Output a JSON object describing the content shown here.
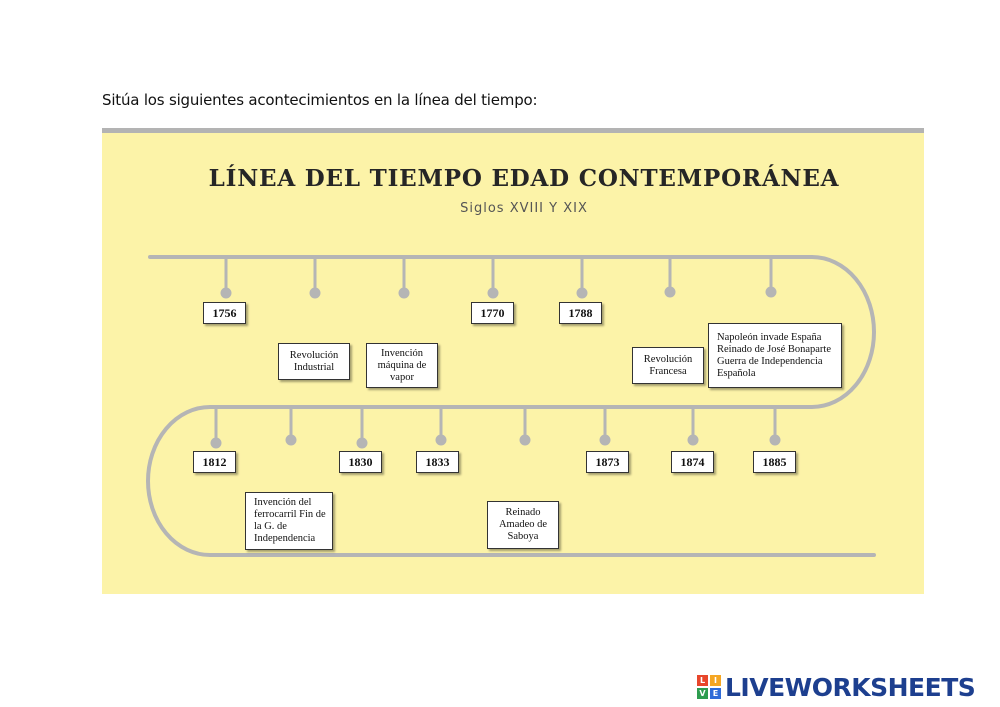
{
  "instruction": "Sitúa los siguientes acontecimientos en la línea del tiempo:",
  "title": "LÍNEA DEL TIEMPO EDAD CONTEMPORÁNEA",
  "subtitle": "Siglos XVIII Y XIX",
  "year_boxes": [
    "1756",
    "1770",
    "1788",
    "1812",
    "1830",
    "1833",
    "1873",
    "1874",
    "1885"
  ],
  "event_boxes": {
    "revolucion_industrial": "Revolución Industrial",
    "maquina_vapor": "Invención máquina de vapor",
    "revolucion_francesa": "Revolución Francesa",
    "napoleon": "Napoleón invade España Reinado de José Bonaparte Guerra de Independencia Española",
    "ferrocarril": "Invención del ferrocarril Fin de la G. de Independencia",
    "amadeo": "Reinado Amadeo de Saboya"
  },
  "logo": {
    "text": "LIVEWORKSHEETS",
    "blocks": [
      "L",
      "I",
      "V",
      "E"
    ],
    "block_colors": [
      "#e8462b",
      "#f5a623",
      "#2e9d4f",
      "#2f6bd8"
    ],
    "text_color": "#1d3f8f"
  },
  "colors": {
    "panel": "#fcf3a8",
    "timeline": "#b5b5b5"
  }
}
